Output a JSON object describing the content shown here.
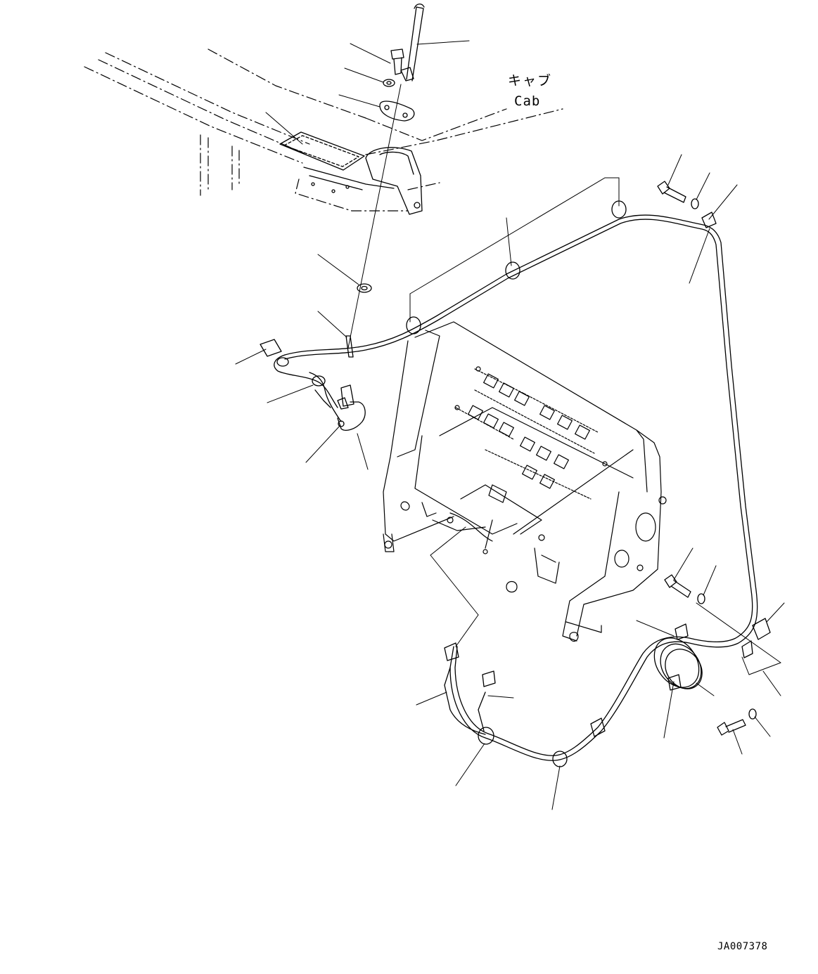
{
  "diagram": {
    "cab_label_ja": "キャブ",
    "cab_label_en": "Cab",
    "drawing_code": "JA007378"
  }
}
